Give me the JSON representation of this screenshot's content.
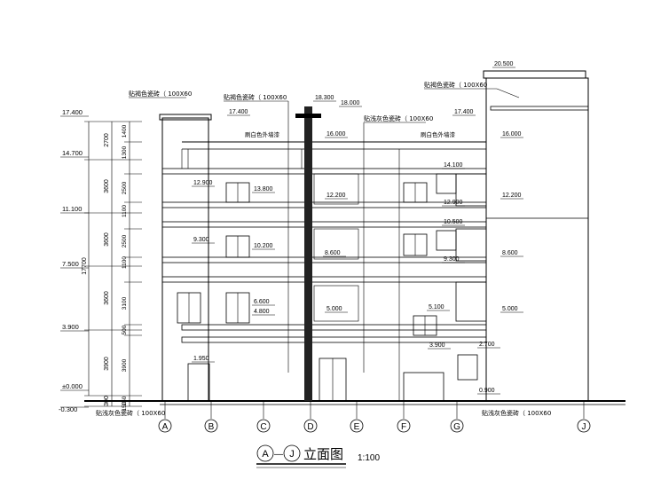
{
  "title": {
    "axis_start": "A",
    "axis_end": "J",
    "connector": "—",
    "text": "立面图",
    "scale": "1:100"
  },
  "grid_axes": [
    "A",
    "B",
    "C",
    "D",
    "E",
    "F",
    "G",
    "J"
  ],
  "level_marks_left": [
    "17.400",
    "14.700",
    "11.100",
    "7.500",
    "3.900",
    "±0.000",
    "-0.300"
  ],
  "left_dims_outer": [
    "17700"
  ],
  "left_dims_mid": [
    "2700",
    "3600",
    "3600",
    "3600",
    "3900",
    "300"
  ],
  "left_dims_inner": [
    "1400",
    "1300",
    "2500",
    "1100",
    "2500",
    "1100",
    "3100",
    "500",
    "3900",
    "150",
    "150"
  ],
  "elevation_labels": [
    "17.400",
    "18.300",
    "18.000",
    "20.500",
    "17.400",
    "16.000",
    "16.000",
    "14.100",
    "12.900",
    "13.800",
    "12.200",
    "12.900",
    "12.200",
    "10.500",
    "9.300",
    "10.200",
    "8.600",
    "9.300",
    "8.600",
    "6.600",
    "4.800",
    "5.000",
    "5.100",
    "5.000",
    "3.900",
    "2.700",
    "1.950",
    "0.900"
  ],
  "material_notes": {
    "roof_left": "贴褐色瓷砖（  100X60",
    "roof_mid": "贴褐色瓷砖（  100X60",
    "roof_right": "贴褐色瓷砖（  100X60",
    "wall_left": "刷白色外墙漆",
    "wall_right": "刷白色外墙漆",
    "mid_gray": "贴浅灰色瓷砖（  100X60",
    "base_left": "贴浅灰色瓷砖（  100X60",
    "base_right": "贴浅灰色瓷砖（  100X60"
  }
}
